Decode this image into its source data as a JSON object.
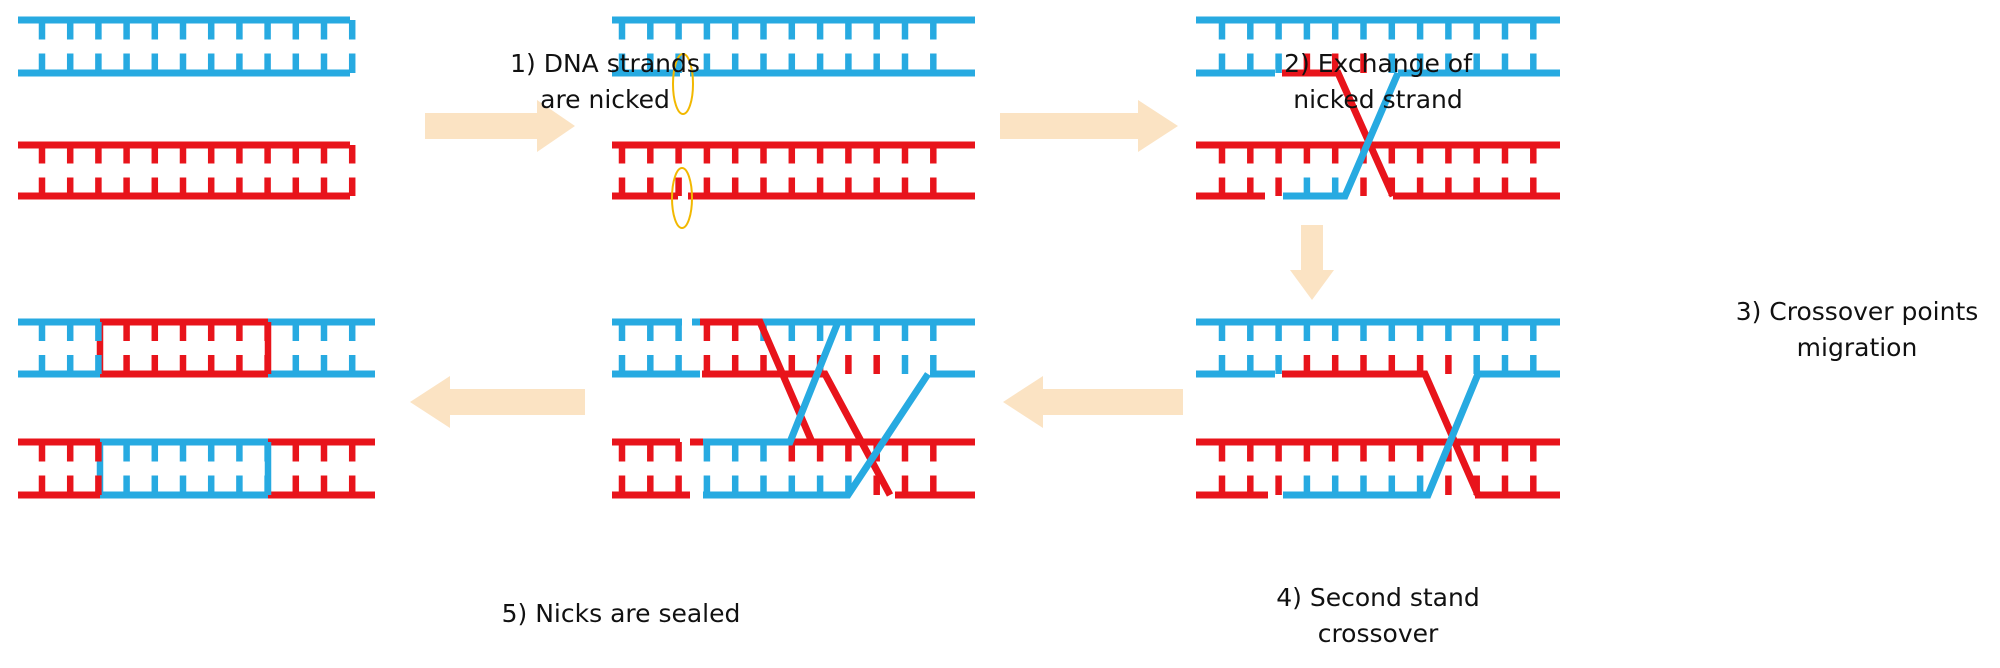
{
  "colors": {
    "blue": "#27AAE1",
    "red": "#E8141B",
    "arrow_fill": "#FBE3C3",
    "nick_marker": "#F2B800",
    "text": "#111111"
  },
  "steps": [
    {
      "id": "step-1",
      "line1": "1) DNA strands",
      "line2": "are nicked"
    },
    {
      "id": "step-2",
      "line1": "2) Exchange of",
      "line2": "nicked strand"
    },
    {
      "id": "step-3",
      "line1": "3) Crossover points",
      "line2": "migration"
    },
    {
      "id": "step-4",
      "line1": "4) Second stand",
      "line2": "crossover"
    },
    {
      "id": "step-5",
      "line1": "5) Nicks are sealed",
      "line2": ""
    }
  ]
}
